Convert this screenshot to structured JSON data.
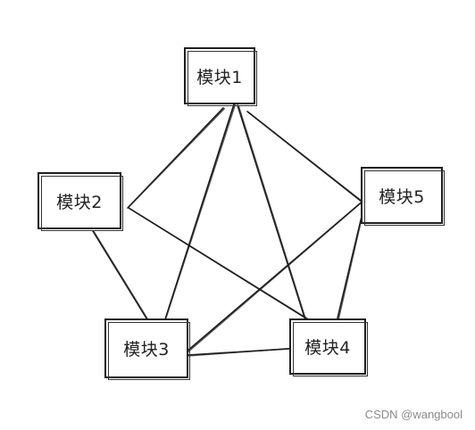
{
  "diagram": {
    "nodes": [
      {
        "id": "n1",
        "label": "模块1"
      },
      {
        "id": "n2",
        "label": "模块2"
      },
      {
        "id": "n3",
        "label": "模块3"
      },
      {
        "id": "n4",
        "label": "模块4"
      },
      {
        "id": "n5",
        "label": "模块5"
      }
    ],
    "edges": [
      {
        "from": "n1",
        "to": "n2"
      },
      {
        "from": "n1",
        "to": "n3"
      },
      {
        "from": "n1",
        "to": "n4"
      },
      {
        "from": "n1",
        "to": "n5"
      },
      {
        "from": "n2",
        "to": "n3"
      },
      {
        "from": "n2",
        "to": "n4"
      },
      {
        "from": "n3",
        "to": "n4"
      },
      {
        "from": "n3",
        "to": "n5"
      },
      {
        "from": "n4",
        "to": "n5"
      }
    ]
  },
  "watermark": "CSDN @wangbool"
}
